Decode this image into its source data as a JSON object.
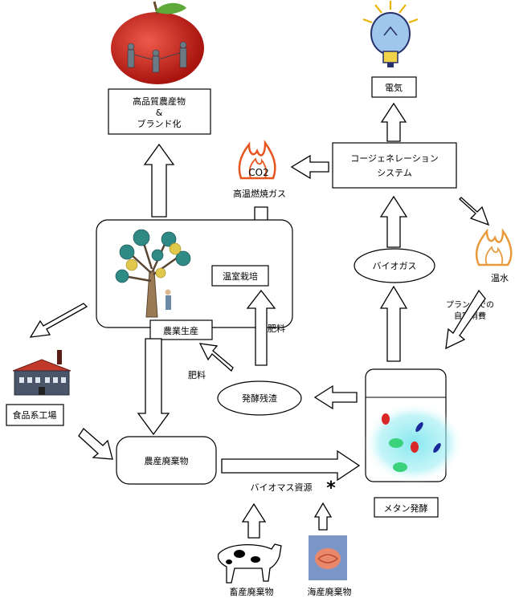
{
  "nodes": {
    "brand_line1": "高品質農産物",
    "brand_line2": "&",
    "brand_line3": "ブランド化",
    "electricity": "電気",
    "cogen_line1": "コージェネレーション",
    "cogen_line2": "システム",
    "co2": "CO2",
    "hot_gas": "高温燃焼ガス",
    "greenhouse": "温室栽培",
    "agri_production": "農業生産",
    "biogas": "バイオガス",
    "hot_water": "温水",
    "self_use_line1": "プラントでの",
    "self_use_line2": "自家消費",
    "fertilizer_1": "肥料",
    "fertilizer_2": "肥料",
    "digestate": "発酵残渣",
    "food_factory": "食品系工場",
    "agri_waste": "農産廃棄物",
    "biomass": "バイオマス資源",
    "biomass_mark": "*",
    "methane": "メタン発酵",
    "livestock_waste": "畜産廃棄物",
    "marine_waste": "海産廃棄物"
  },
  "colors": {
    "apple": "#c8281e",
    "flame": "#e8541e",
    "tank_glow": "#7fe6ee",
    "factory_roof": "#c0392b",
    "bulb": "#9fc7ec",
    "marine_bg": "#7d96c8"
  }
}
